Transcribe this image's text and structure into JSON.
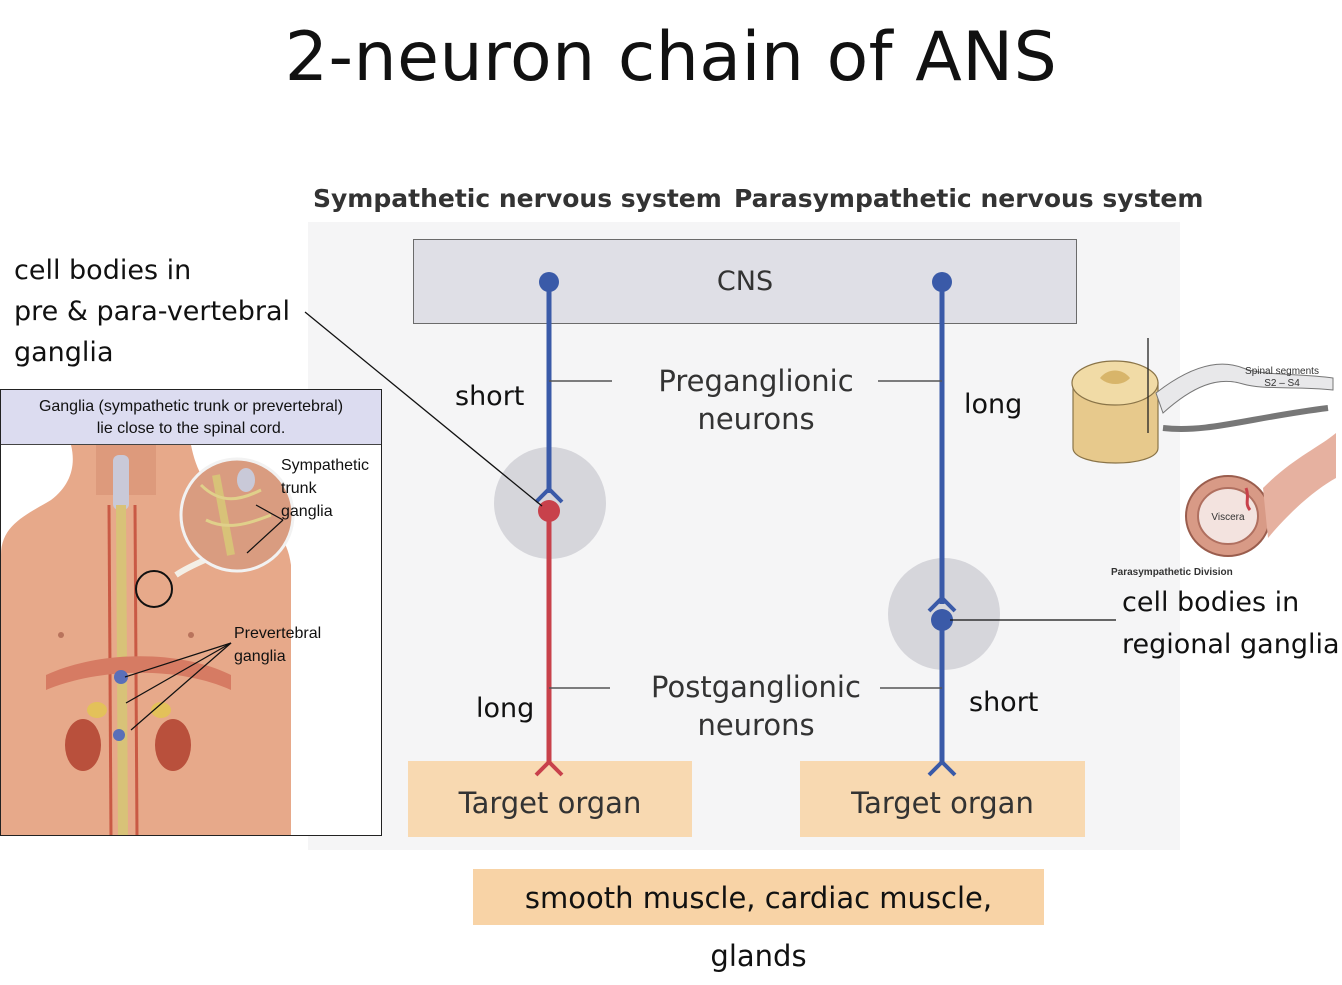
{
  "title": "2-neuron chain of ANS",
  "headers": {
    "sympathetic": "Sympathetic nervous system",
    "parasympathetic": "Parasympathetic nervous system"
  },
  "cns": "CNS",
  "preganglionic": {
    "line1": "Preganglionic",
    "line2": "neurons"
  },
  "postganglionic": {
    "line1": "Postganglionic",
    "line2": "neurons"
  },
  "sympathetic": {
    "pre_length": "short",
    "post_length": "long",
    "target": "Target organ"
  },
  "parasympathetic": {
    "pre_length": "long",
    "post_length": "short",
    "target": "Target organ"
  },
  "effectors": "smooth muscle, cardiac muscle, glands",
  "left_callout": {
    "line1": "cell bodies in",
    "line2": "pre & para-vertebral",
    "line3": "ganglia"
  },
  "right_callout": {
    "line1": "cell bodies in",
    "line2": "regional ganglia"
  },
  "inset": {
    "header_line1": "Ganglia (sympathetic trunk or prevertebral)",
    "header_line2": "lie close to the spinal cord.",
    "trunk_line1": "Sympathetic",
    "trunk_line2": "trunk",
    "trunk_line3": "ganglia",
    "prevert_line1": "Prevertebral",
    "prevert_line2": "ganglia"
  },
  "spinal_figure": {
    "segments_line1": "Spinal segments",
    "segments_line2": "S2 – S4",
    "viscera": "Viscera",
    "division": "Parasympathetic Division"
  },
  "colors": {
    "blue_neuron": "#3a5aa8",
    "red_neuron": "#c8414b",
    "cns_box": "#dfdfe6",
    "target_box": "#f8d9b1",
    "ganglion_halo": "#d6d6db"
  }
}
